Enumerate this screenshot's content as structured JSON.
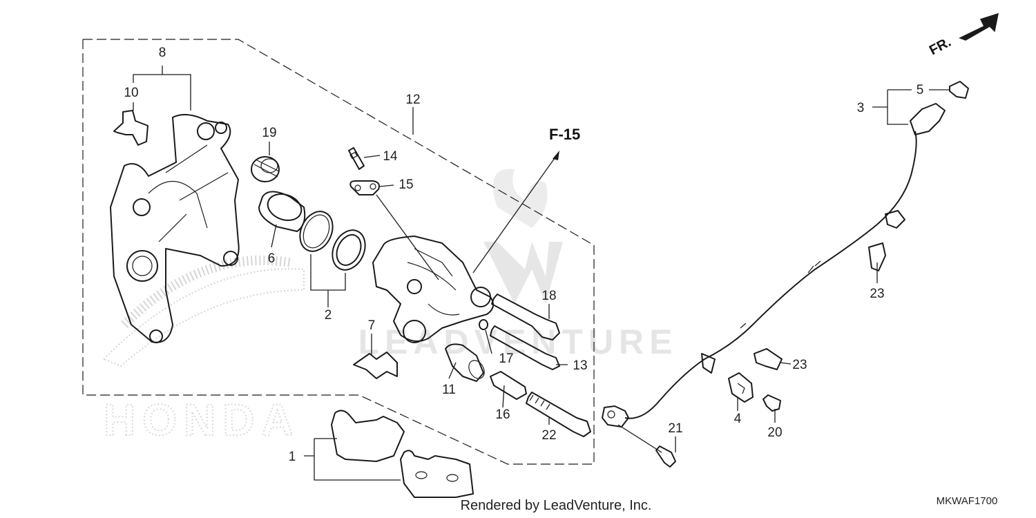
{
  "diagram": {
    "reference": "F-15",
    "direction_label": "FR.",
    "diagram_code": "MKWAF1700",
    "footer": "Rendered by LeadVenture, Inc.",
    "watermark": "LEADVENTURE",
    "logo_text": "HONDA",
    "callouts": {
      "c1": "1",
      "c2": "2",
      "c3": "3",
      "c4": "4",
      "c5": "5",
      "c6": "6",
      "c7": "7",
      "c8": "8",
      "c10": "10",
      "c11": "11",
      "c12": "12",
      "c13": "13",
      "c14": "14",
      "c15": "15",
      "c16": "16",
      "c17": "17",
      "c18": "18",
      "c19": "19",
      "c20": "20",
      "c21": "21",
      "c22": "22",
      "c23a": "23",
      "c23b": "23"
    }
  }
}
